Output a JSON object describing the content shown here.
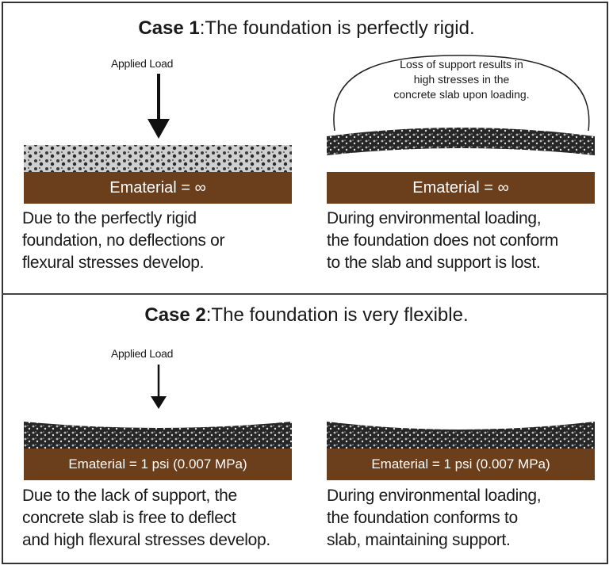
{
  "case1": {
    "title_bold": "Case 1",
    "title_rest": ":The foundation is perfectly rigid.",
    "applied_load": "Applied Load",
    "support_note": [
      "Loss of support results in",
      "high stresses in the",
      "concrete slab upon loading."
    ],
    "left_material_label": "Ematerial = ∞",
    "right_material_label": "Ematerial = ∞",
    "left_caption": [
      "Due to the perfectly rigid",
      "foundation, no deflections or",
      "flexural stresses develop."
    ],
    "right_caption": [
      "During environmental loading,",
      "the foundation does not conform",
      "to the slab and support is lost."
    ]
  },
  "case2": {
    "title_bold": "Case 2",
    "title_rest": ":The foundation is very flexible.",
    "applied_load": "Applied Load",
    "left_material_label": "Ematerial = 1 psi (0.007 MPa)",
    "right_material_label": "Ematerial = 1 psi (0.007 MPa)",
    "left_caption": [
      "Due to the lack of support, the",
      "concrete slab is free to deflect",
      "and high flexural stresses develop."
    ],
    "right_caption": [
      "During environmental loading,",
      "the foundation conforms to",
      "slab, maintaining support."
    ]
  },
  "colors": {
    "soil": "#6b3e1c",
    "aggregate_dark": "#2a2a2a",
    "aggregate_light": "#cfcfcf"
  }
}
